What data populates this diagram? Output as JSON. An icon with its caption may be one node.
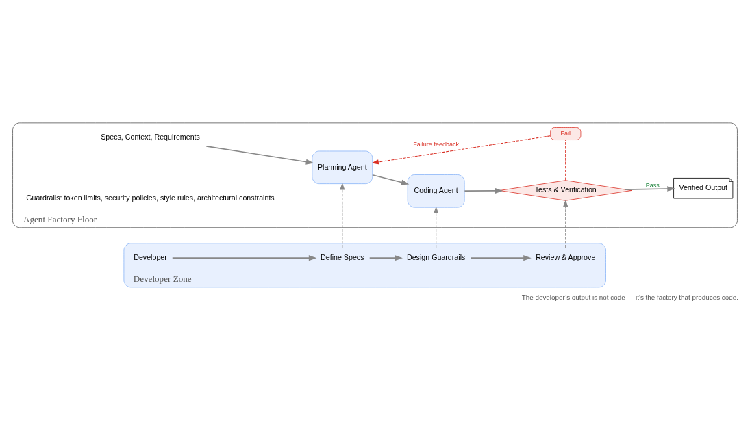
{
  "diagram": {
    "caption": "The developer’s output is not code — it’s the factory that produces code.",
    "nodes": [
      {
        "text": [
          "Developer Zone"
        ]
      },
      {
        "text": [
          "Developer"
        ],
        "in": 0
      },
      {
        "text": [
          "Define Specs"
        ],
        "in": 0
      },
      {
        "text": [
          "Design Guardrails"
        ],
        "in": 0
      },
      {
        "text": [
          "Review & Approve"
        ],
        "in": 0
      },
      {
        "text": [
          "Agent Factory Floor"
        ]
      },
      {
        "text": [
          "Specs, Context, Requirements"
        ],
        "in": 5
      },
      {
        "text": [
          "Planning Agent"
        ],
        "in": 5
      },
      {
        "text": [
          "Coding Agent"
        ],
        "in": 5
      },
      {
        "text": [
          "Tests & Verification"
        ],
        "in": 5
      },
      {
        "text": [
          "Fail"
        ],
        "in": 5
      },
      {
        "text": [
          "Verified Output"
        ],
        "in": 5
      }
    ],
    "edges": [
      {
        "from": 1,
        "to": 2,
        "arrow": "to"
      },
      {
        "from": 2,
        "to": 3,
        "arrow": "to"
      },
      {
        "from": 3,
        "to": 4,
        "arrow": "to"
      },
      {
        "from": 2,
        "to": 7,
        "arrow": "to",
        "style": "dashed"
      },
      {
        "from": 3,
        "to": 8,
        "arrow": "to",
        "style": "dashed"
      },
      {
        "from": 4,
        "to": 9,
        "arrow": "to",
        "style": "dashed"
      },
      {
        "from": 6,
        "to": 7,
        "arrow": "to"
      },
      {
        "from": 7,
        "to": 8,
        "arrow": "to"
      },
      {
        "from": 8,
        "to": 9,
        "arrow": "to"
      },
      {
        "from": 9,
        "to": 11,
        "arrow": "to",
        "label": "Pass"
      },
      {
        "from": 9,
        "to": 10,
        "arrow": "none",
        "style": "dashed",
        "color": "#d93025"
      },
      {
        "from": 10,
        "to": 7,
        "arrow": "to",
        "style": "dashed",
        "color": "#d93025",
        "label": "Failure feedback"
      }
    ],
    "labels": [
      "Guardrails: token limits, security policies, style rules, architectural constraints"
    ]
  }
}
